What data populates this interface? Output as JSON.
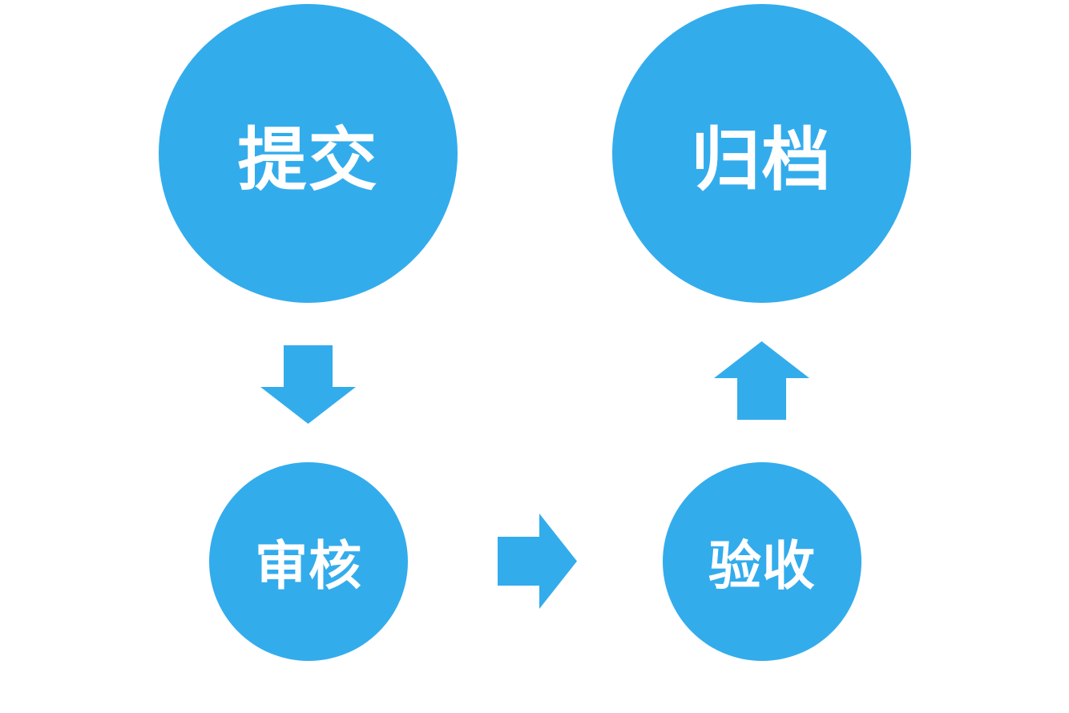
{
  "colors": {
    "accent": "#33ACEC",
    "text": "#FFFFFF",
    "background": "#FFFFFF"
  },
  "nodes": {
    "submit": {
      "label": "提交"
    },
    "review": {
      "label": "审核"
    },
    "accept": {
      "label": "验收"
    },
    "archive": {
      "label": "归档"
    }
  },
  "arrows": [
    {
      "from": "提交",
      "to": "审核",
      "direction": "down"
    },
    {
      "from": "审核",
      "to": "验收",
      "direction": "right"
    },
    {
      "from": "验收",
      "to": "归档",
      "direction": "up"
    }
  ]
}
